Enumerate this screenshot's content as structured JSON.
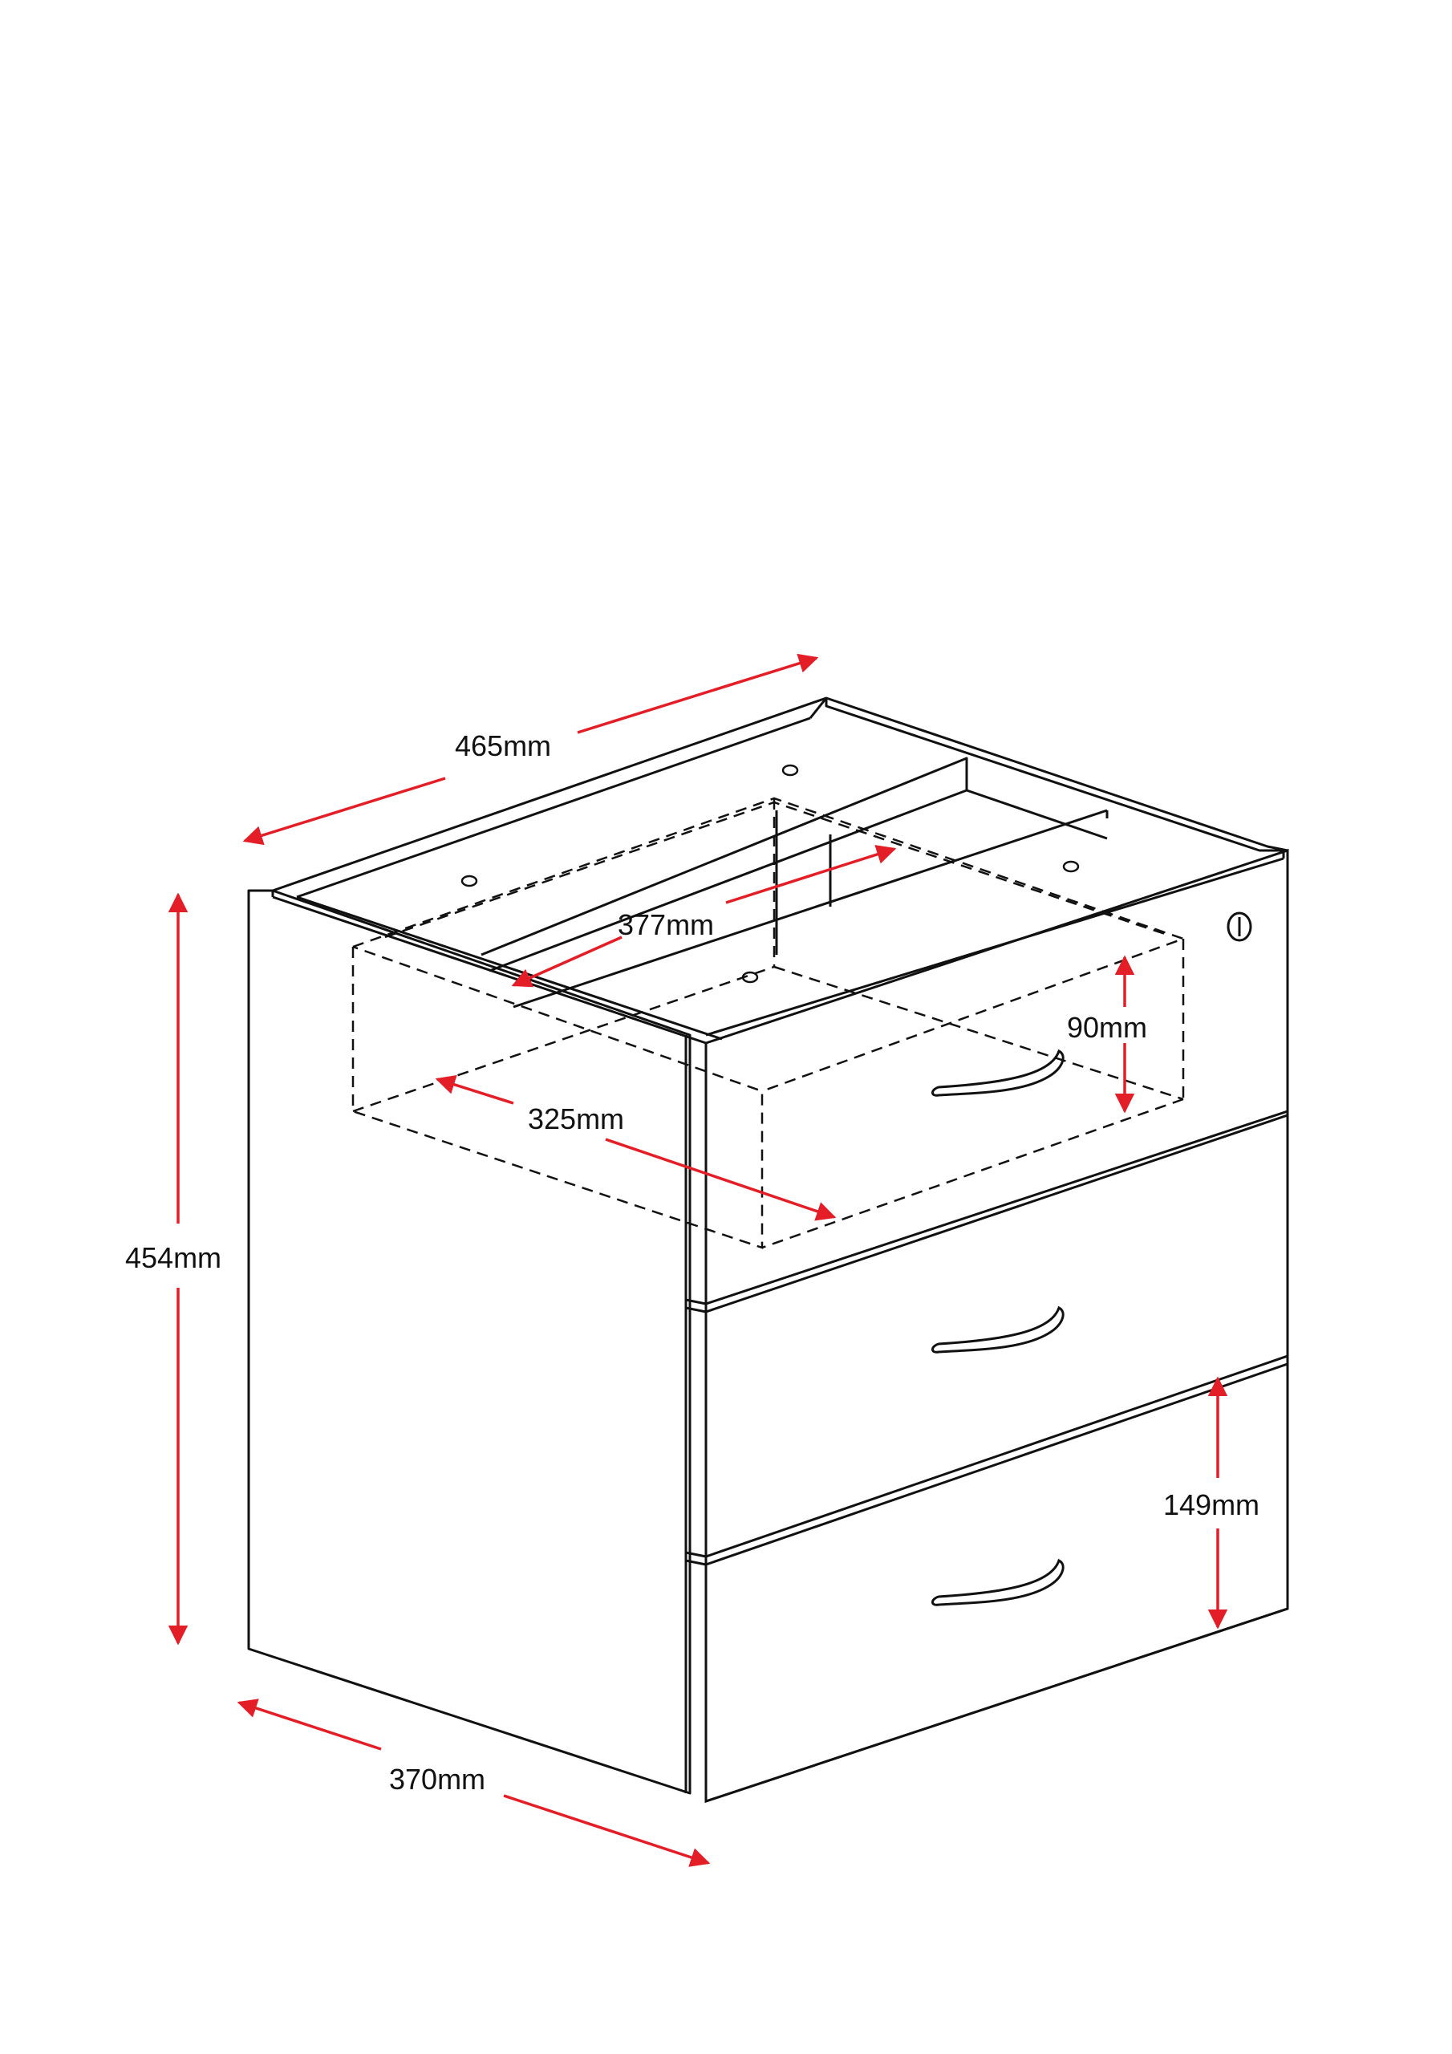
{
  "dimensions": {
    "width": "465mm",
    "height": "454mm",
    "depth": "370mm",
    "drawer_inner_depth": "377mm",
    "drawer_inner_width": "325mm",
    "drawer_inner_height": "90mm",
    "bottom_drawer_height": "149mm"
  },
  "colors": {
    "outline": "#111111",
    "dimension_arrow": "#e41e26",
    "background": "#ffffff"
  }
}
